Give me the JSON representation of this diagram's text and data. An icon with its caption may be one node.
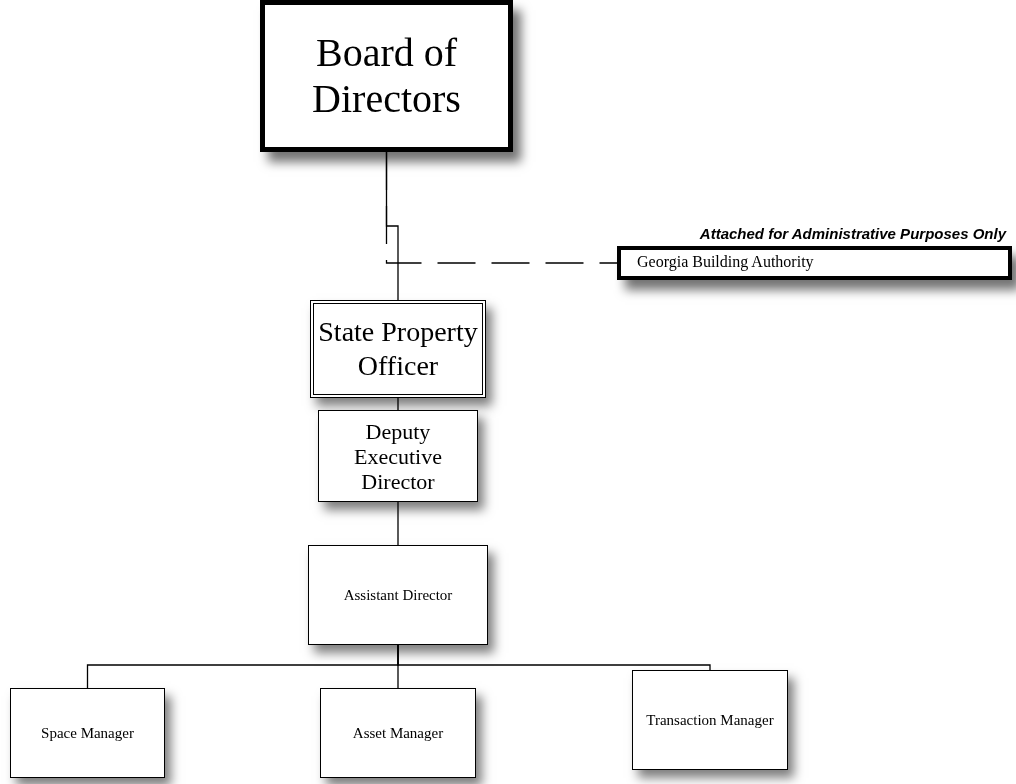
{
  "diagram": {
    "nodes": [
      {
        "text": [
          "Board of Directors"
        ]
      },
      {
        "text": [
          "Attached for Administrative Purposes Only",
          "Georgia Building Authority"
        ]
      },
      {
        "text": [
          "State Property Officer"
        ]
      },
      {
        "text": [
          "Deputy Executive Director"
        ]
      },
      {
        "text": [
          "Assistant Director"
        ]
      },
      {
        "text": [
          "Space Manager"
        ]
      },
      {
        "text": [
          "Asset Manager"
        ]
      },
      {
        "text": [
          "Transaction Manager"
        ]
      }
    ],
    "edges": [
      {
        "from": 0,
        "to": 2,
        "arrow": "none"
      },
      {
        "from": 2,
        "to": 3,
        "arrow": "none"
      },
      {
        "from": 3,
        "to": 4,
        "arrow": "none"
      },
      {
        "from": 4,
        "to": 5,
        "arrow": "none"
      },
      {
        "from": 4,
        "to": 6,
        "arrow": "none"
      },
      {
        "from": 4,
        "to": 7,
        "arrow": "none"
      },
      {
        "from": 0,
        "to": 1,
        "arrow": "none",
        "style": "dashed"
      }
    ]
  }
}
